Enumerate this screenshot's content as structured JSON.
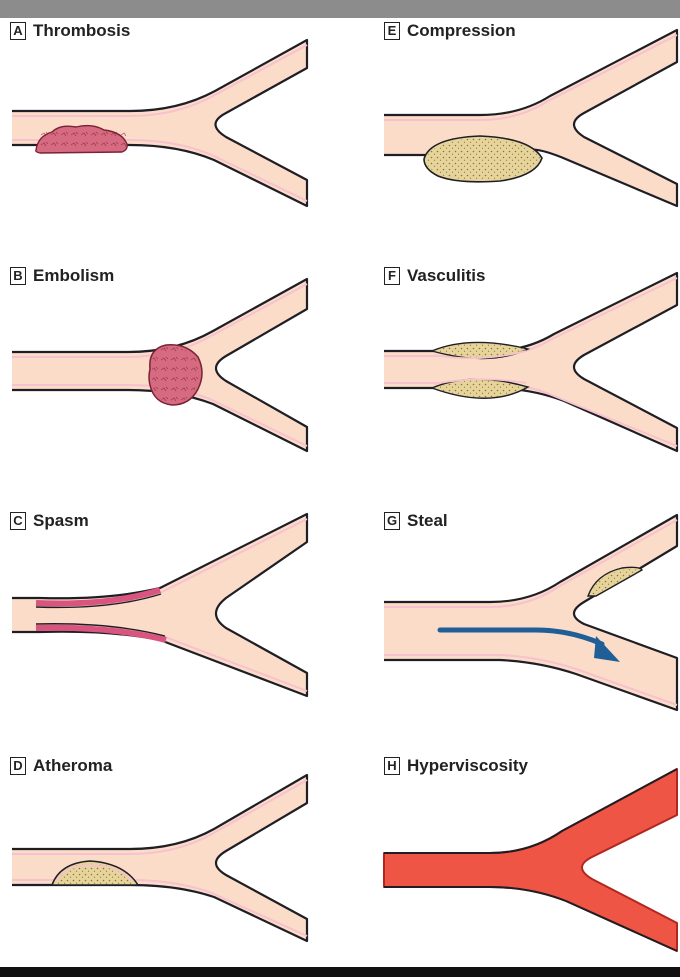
{
  "panels": [
    {
      "letter": "A",
      "title": "Thrombosis"
    },
    {
      "letter": "E",
      "title": "Compression"
    },
    {
      "letter": "B",
      "title": "Embolism"
    },
    {
      "letter": "F",
      "title": "Vasculitis"
    },
    {
      "letter": "C",
      "title": "Spasm"
    },
    {
      "letter": "G",
      "title": "Steal"
    },
    {
      "letter": "D",
      "title": "Atheroma"
    },
    {
      "letter": "H",
      "title": "Hyperviscosity"
    }
  ],
  "colors": {
    "vessel_fill": "#fbdcc9",
    "vessel_wall": "#1e1e24",
    "vessel_lining": "#f7c1cd",
    "clot": "#d66a80",
    "plaque": "#e6d49b",
    "spasm_wall": "#d9557f",
    "steal_arrow": "#1f5e96",
    "hyperviscous_blood": "#ee5545"
  }
}
